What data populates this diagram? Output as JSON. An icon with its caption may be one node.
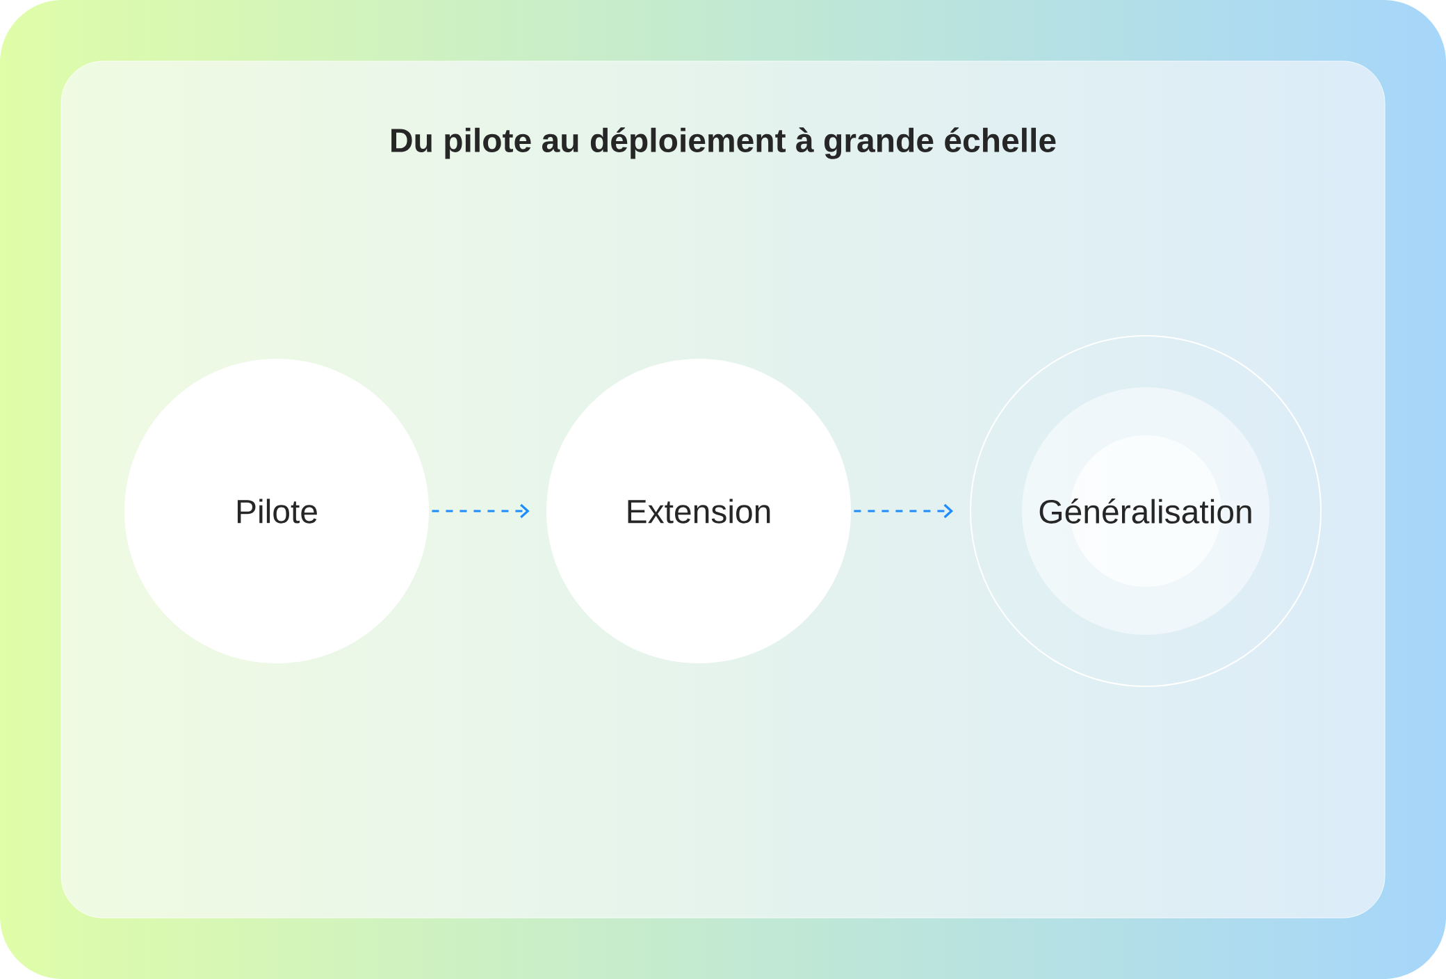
{
  "diagram": {
    "title": "Du pilote au déploiement à grande échelle",
    "nodes": [
      {
        "text": [
          "Pilote"
        ]
      },
      {
        "text": [
          "Extension"
        ]
      },
      {
        "text": [
          "Généralisation"
        ]
      }
    ],
    "edges": [
      {
        "from": 0,
        "to": 1,
        "arrow": "to",
        "style": "dashed"
      },
      {
        "from": 1,
        "to": 2,
        "arrow": "to",
        "style": "dashed"
      }
    ]
  }
}
